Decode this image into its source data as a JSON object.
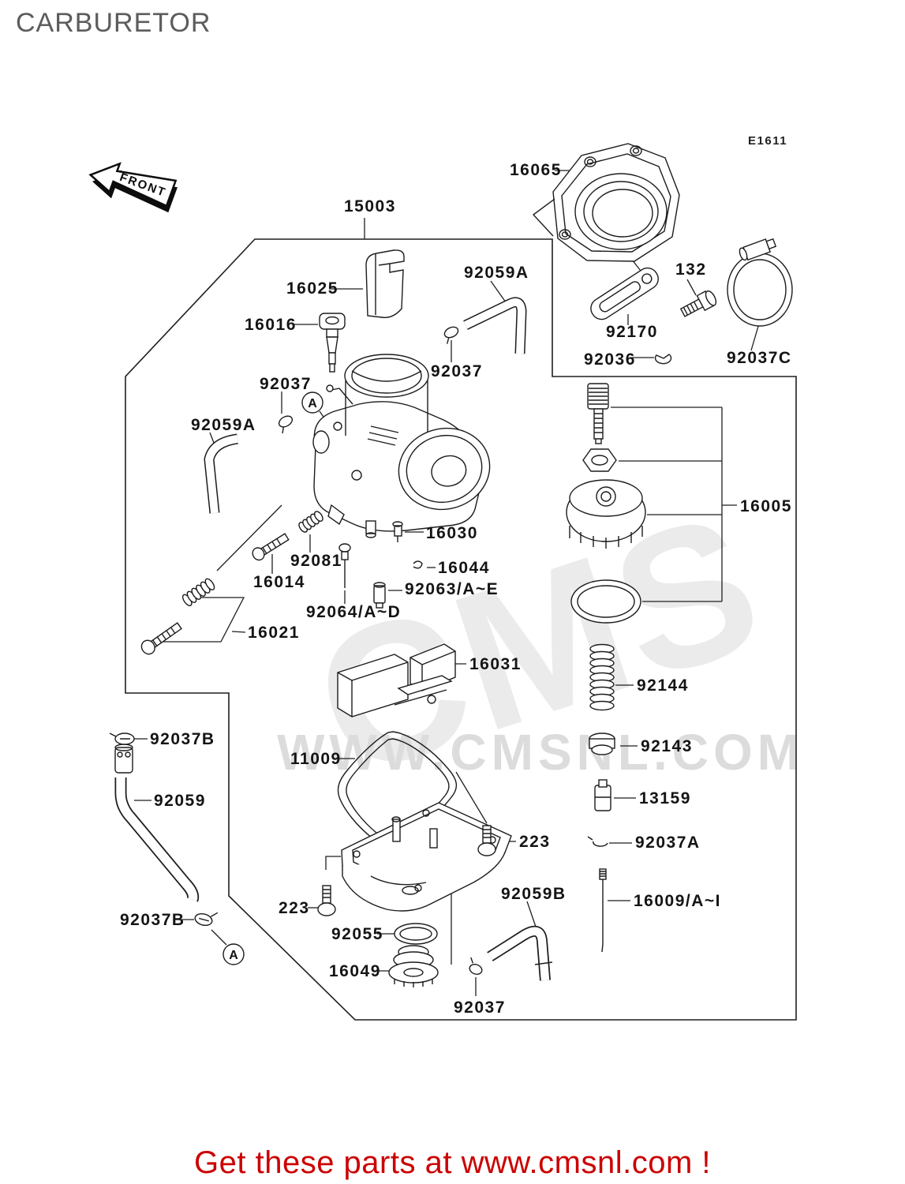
{
  "header": {
    "title": "CARBURETOR",
    "code": "E1611"
  },
  "front_arrow": {
    "text": "FRONT"
  },
  "watermark": {
    "big": "CMS",
    "url": "WWW.CMSNL.COM"
  },
  "footer": {
    "text": "Get these parts at www.cmsnl.com !",
    "color": "#cc0000"
  },
  "labels": [
    {
      "id": "15003",
      "text": "15003"
    },
    {
      "id": "16065",
      "text": "16065"
    },
    {
      "id": "16025",
      "text": "16025"
    },
    {
      "id": "92059A-right",
      "text": "92059A"
    },
    {
      "id": "16016",
      "text": "16016"
    },
    {
      "id": "132",
      "text": "132"
    },
    {
      "id": "92170",
      "text": "92170"
    },
    {
      "id": "92036",
      "text": "92036"
    },
    {
      "id": "92037C",
      "text": "92037C"
    },
    {
      "id": "92037-top",
      "text": "92037"
    },
    {
      "id": "92037-left",
      "text": "92037"
    },
    {
      "id": "92059A-left",
      "text": "92059A"
    },
    {
      "id": "callout-A-top",
      "text": "A"
    },
    {
      "id": "16005",
      "text": "16005"
    },
    {
      "id": "16030",
      "text": "16030"
    },
    {
      "id": "92081",
      "text": "92081"
    },
    {
      "id": "16044",
      "text": "16044"
    },
    {
      "id": "16014",
      "text": "16014"
    },
    {
      "id": "92063",
      "text": "92063/A~E"
    },
    {
      "id": "92064",
      "text": "92064/A~D"
    },
    {
      "id": "16021",
      "text": "16021"
    },
    {
      "id": "16031",
      "text": "16031"
    },
    {
      "id": "92144",
      "text": "92144"
    },
    {
      "id": "92037B-top",
      "text": "92037B"
    },
    {
      "id": "11009",
      "text": "11009"
    },
    {
      "id": "92143",
      "text": "92143"
    },
    {
      "id": "92059",
      "text": "92059"
    },
    {
      "id": "13159",
      "text": "13159"
    },
    {
      "id": "92037A",
      "text": "92037A"
    },
    {
      "id": "223-right",
      "text": "223"
    },
    {
      "id": "92059B",
      "text": "92059B"
    },
    {
      "id": "16009",
      "text": "16009/A~I"
    },
    {
      "id": "223-left",
      "text": "223"
    },
    {
      "id": "92055",
      "text": "92055"
    },
    {
      "id": "92037B-bottom",
      "text": "92037B"
    },
    {
      "id": "16049",
      "text": "16049"
    },
    {
      "id": "92037-bottom",
      "text": "92037"
    },
    {
      "id": "callout-A-bottom",
      "text": "A"
    }
  ]
}
